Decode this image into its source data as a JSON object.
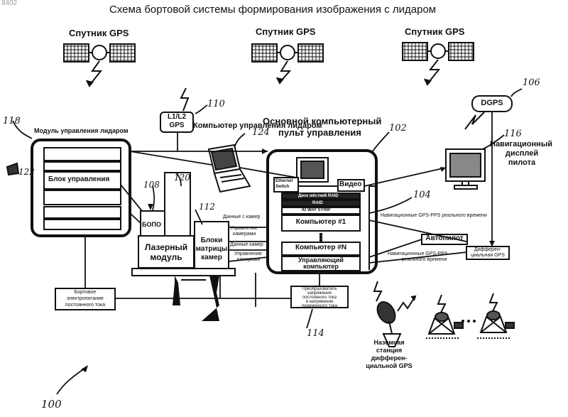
{
  "page_id": "8402",
  "title": "Схема бортовой системы формирования изображения с лидаром",
  "satellites": [
    {
      "label": "Спутник GPS"
    },
    {
      "label": "Спутник GPS"
    },
    {
      "label": "Спутник GPS"
    }
  ],
  "gps_receiver": {
    "line1": "L1/L2",
    "line2": "GPS"
  },
  "dgps": {
    "label": "DGPS"
  },
  "lidar_control_module": {
    "title": "Модуль управления лидаром",
    "control_block": "Блок управления"
  },
  "lidar_control_computer": {
    "label": "Компьютер управления лидаром"
  },
  "main_console": {
    "title_line1": "Основной компьютерный",
    "title_line2": "пульт управления",
    "small_row1": "Ethernet",
    "small_row2": "Switch",
    "video": "Видео",
    "strip1": "Диск жёсткий RAID",
    "strip2": "RAID",
    "strip3": "IO WAY STRIP",
    "computer1": "Компьютер #1",
    "computerN": "Компьютер #N",
    "control_computer_line1": "Управляющий",
    "control_computer_line2": "компьютер"
  },
  "pilot_display": {
    "line1": "Навигационный",
    "line2": "дисплей",
    "line3": "пилота"
  },
  "bopo": {
    "label": "БОПО"
  },
  "laser_module": {
    "line1": "Лазерный",
    "line2": "модуль"
  },
  "camera_block": {
    "line1": "Блоки",
    "line2": "матрицы",
    "line3": "камер"
  },
  "signals": {
    "camera_data_1": "Данные с камер",
    "camera_control_1_line1": "Управление",
    "camera_control_1_line2": "камерами",
    "camera_data_2": "Данные камер",
    "camera_control_2_line1": "Управление",
    "camera_control_2_line2": "камерами",
    "nav_gps_pps_1": "Навигационные GPS-PPS реального времени",
    "nav_gps_pps_2_line1": "Навигационные GPS-PPS",
    "nav_gps_pps_2_line2": "реального времени"
  },
  "autopilot": {
    "label": "Автопилот"
  },
  "diff_gps": {
    "line1": "Дифферен-",
    "line2": "циальная GPS"
  },
  "onboard_power": {
    "line1": "Бортовое",
    "line2": "электропитание",
    "line3": "постоянного тока"
  },
  "converter": {
    "line1": "Преобразователь",
    "line2": "напряжения",
    "line3": "постоянного тока",
    "line4": "в напряжение",
    "line5": "переменного тока"
  },
  "ground_station": {
    "line1": "Наземная",
    "line2": "станция",
    "line3": "дифферен-",
    "line4": "циальной GPS"
  },
  "reference_numerals": {
    "n100": "100",
    "n102": "102",
    "n104": "104",
    "n106": "106",
    "n108": "108",
    "n110": "110",
    "n112": "112",
    "n114": "114",
    "n116": "116",
    "n118": "118",
    "n120": "120",
    "n122": "122",
    "n124": "124"
  }
}
